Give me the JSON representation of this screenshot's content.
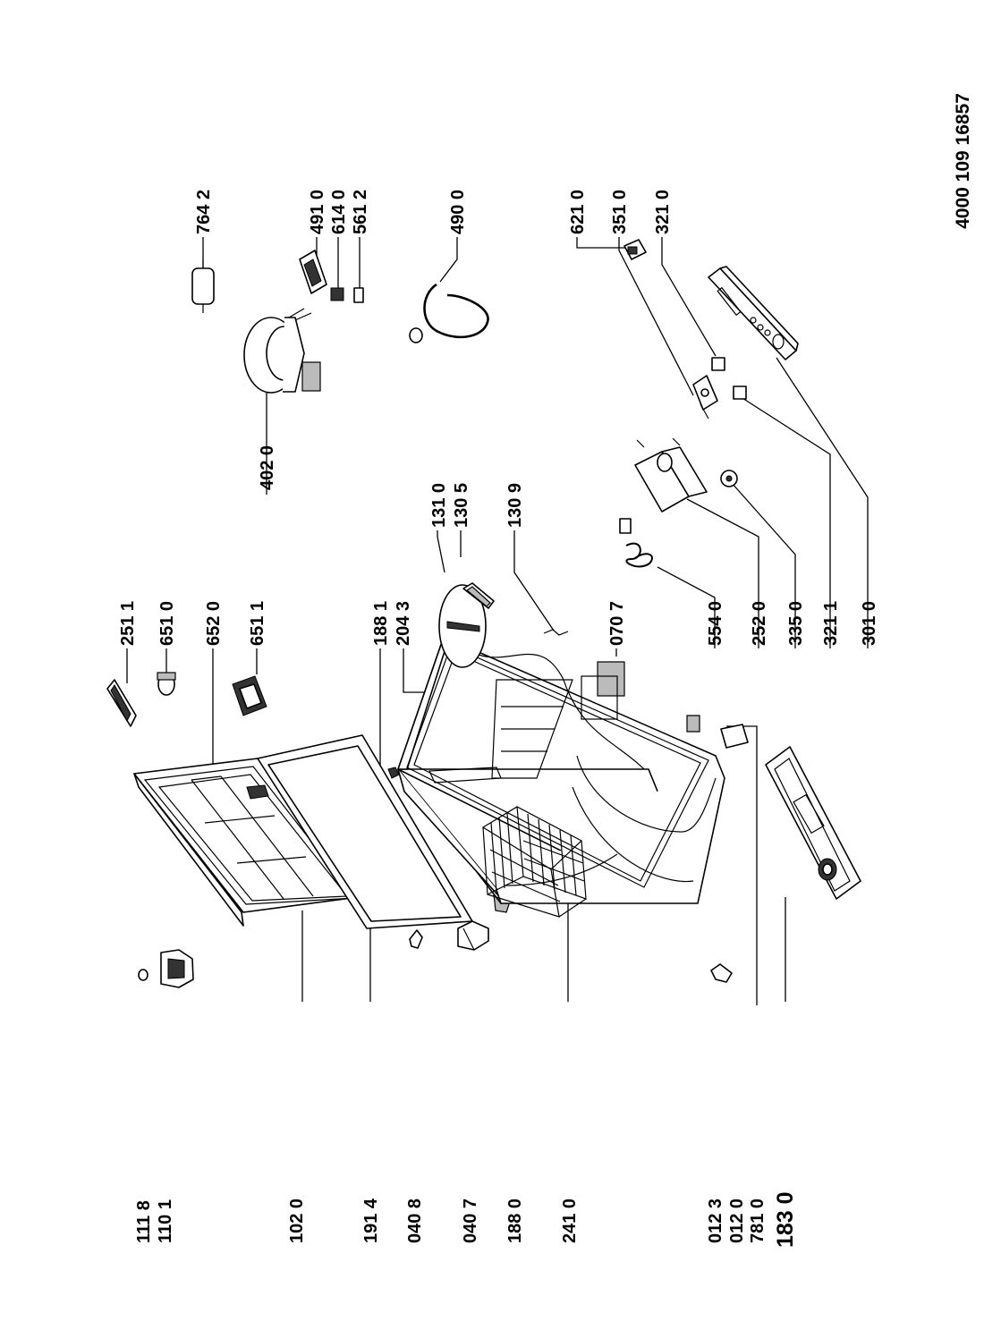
{
  "document": {
    "number": "4000 109 16857"
  },
  "parts": {
    "p1118": "111 8",
    "p1101": "110 1",
    "p1020": "102 0",
    "p1914": "191 4",
    "p0408": "040 8",
    "p0407": "040 7",
    "p1880": "188 0",
    "p2410": "241 0",
    "p0123": "012 3",
    "p0120": "012 0",
    "p7810": "781 0",
    "p1830": "183 0",
    "p2511": "251 1",
    "p6510": "651 0",
    "p6520": "652 0",
    "p6511": "651 1",
    "p1881": "188 1",
    "p2043": "204 3",
    "p0707": "070 7",
    "p5540": "554 0",
    "p2520": "252 0",
    "p3350": "335 0",
    "p3211": "321 1",
    "p3010": "301 0",
    "p1310": "131 0",
    "p1305": "130 5",
    "p1309": "130 9",
    "p4020": "402 0",
    "p7642": "764 2",
    "p4910": "491 0",
    "p6140": "614 0",
    "p5612": "561 2",
    "p4900": "490 0",
    "p6210": "621 0",
    "p3510": "351 0",
    "p3210": "321 0"
  }
}
